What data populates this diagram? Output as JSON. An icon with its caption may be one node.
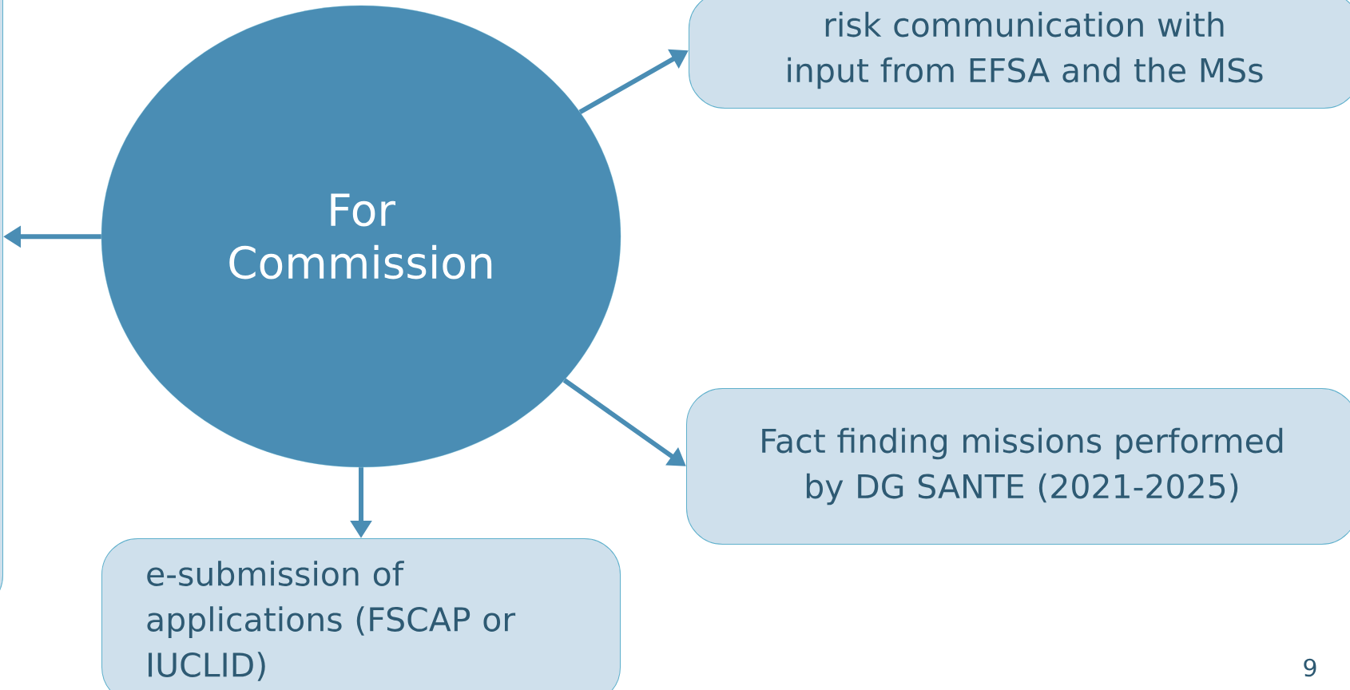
{
  "diagram": {
    "nodes": [
      {
        "text": [],
        "shape": "box"
      },
      {
        "text": [
          "risk communication with input from EFSA and the MSs"
        ]
      },
      {
        "text": [
          "For Commission"
        ]
      },
      {
        "text": [
          "Fact finding missions performed by DG SANTE (2021-2025)"
        ]
      },
      {
        "text": [
          "e-submission of applications (FSCAP or IUCLID)"
        ]
      }
    ],
    "edges": [
      {
        "from": 2,
        "to": 0,
        "arrow": "to"
      },
      {
        "from": 2,
        "to": 1,
        "arrow": "to"
      },
      {
        "from": 2,
        "to": 3,
        "arrow": "to"
      },
      {
        "from": 2,
        "to": 4,
        "arrow": "to"
      }
    ],
    "labels": [
      "9"
    ]
  }
}
